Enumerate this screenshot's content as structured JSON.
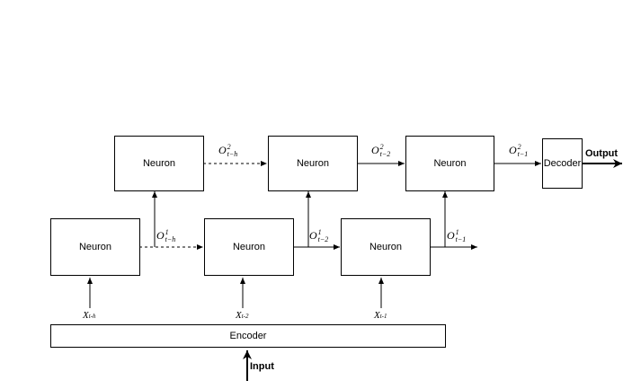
{
  "nodes": {
    "neuron_top_1": "Neuron",
    "neuron_top_2": "Neuron",
    "neuron_top_3": "Neuron",
    "neuron_bot_1": "Neuron",
    "neuron_bot_2": "Neuron",
    "neuron_bot_3": "Neuron",
    "decoder": "Decoder",
    "encoder": "Encoder"
  },
  "labels": {
    "output": "Output",
    "input": "Input",
    "o2_th": {
      "base": "O",
      "sup": "2",
      "sub": "t−h"
    },
    "o2_t2": {
      "base": "O",
      "sup": "2",
      "sub": "t−2"
    },
    "o2_t1": {
      "base": "O",
      "sup": "2",
      "sub": "t−1"
    },
    "o1_th": {
      "base": "O",
      "sup": "1",
      "sub": "t−h"
    },
    "o1_t2": {
      "base": "O",
      "sup": "1",
      "sub": "t−2"
    },
    "o1_t1": {
      "base": "O",
      "sup": "1",
      "sub": "t−1"
    },
    "x_th": {
      "base": "X",
      "sub": "t-h"
    },
    "x_t2": {
      "base": "X",
      "sub": "t-2"
    },
    "x_t1": {
      "base": "X",
      "sub": "t-1"
    }
  }
}
